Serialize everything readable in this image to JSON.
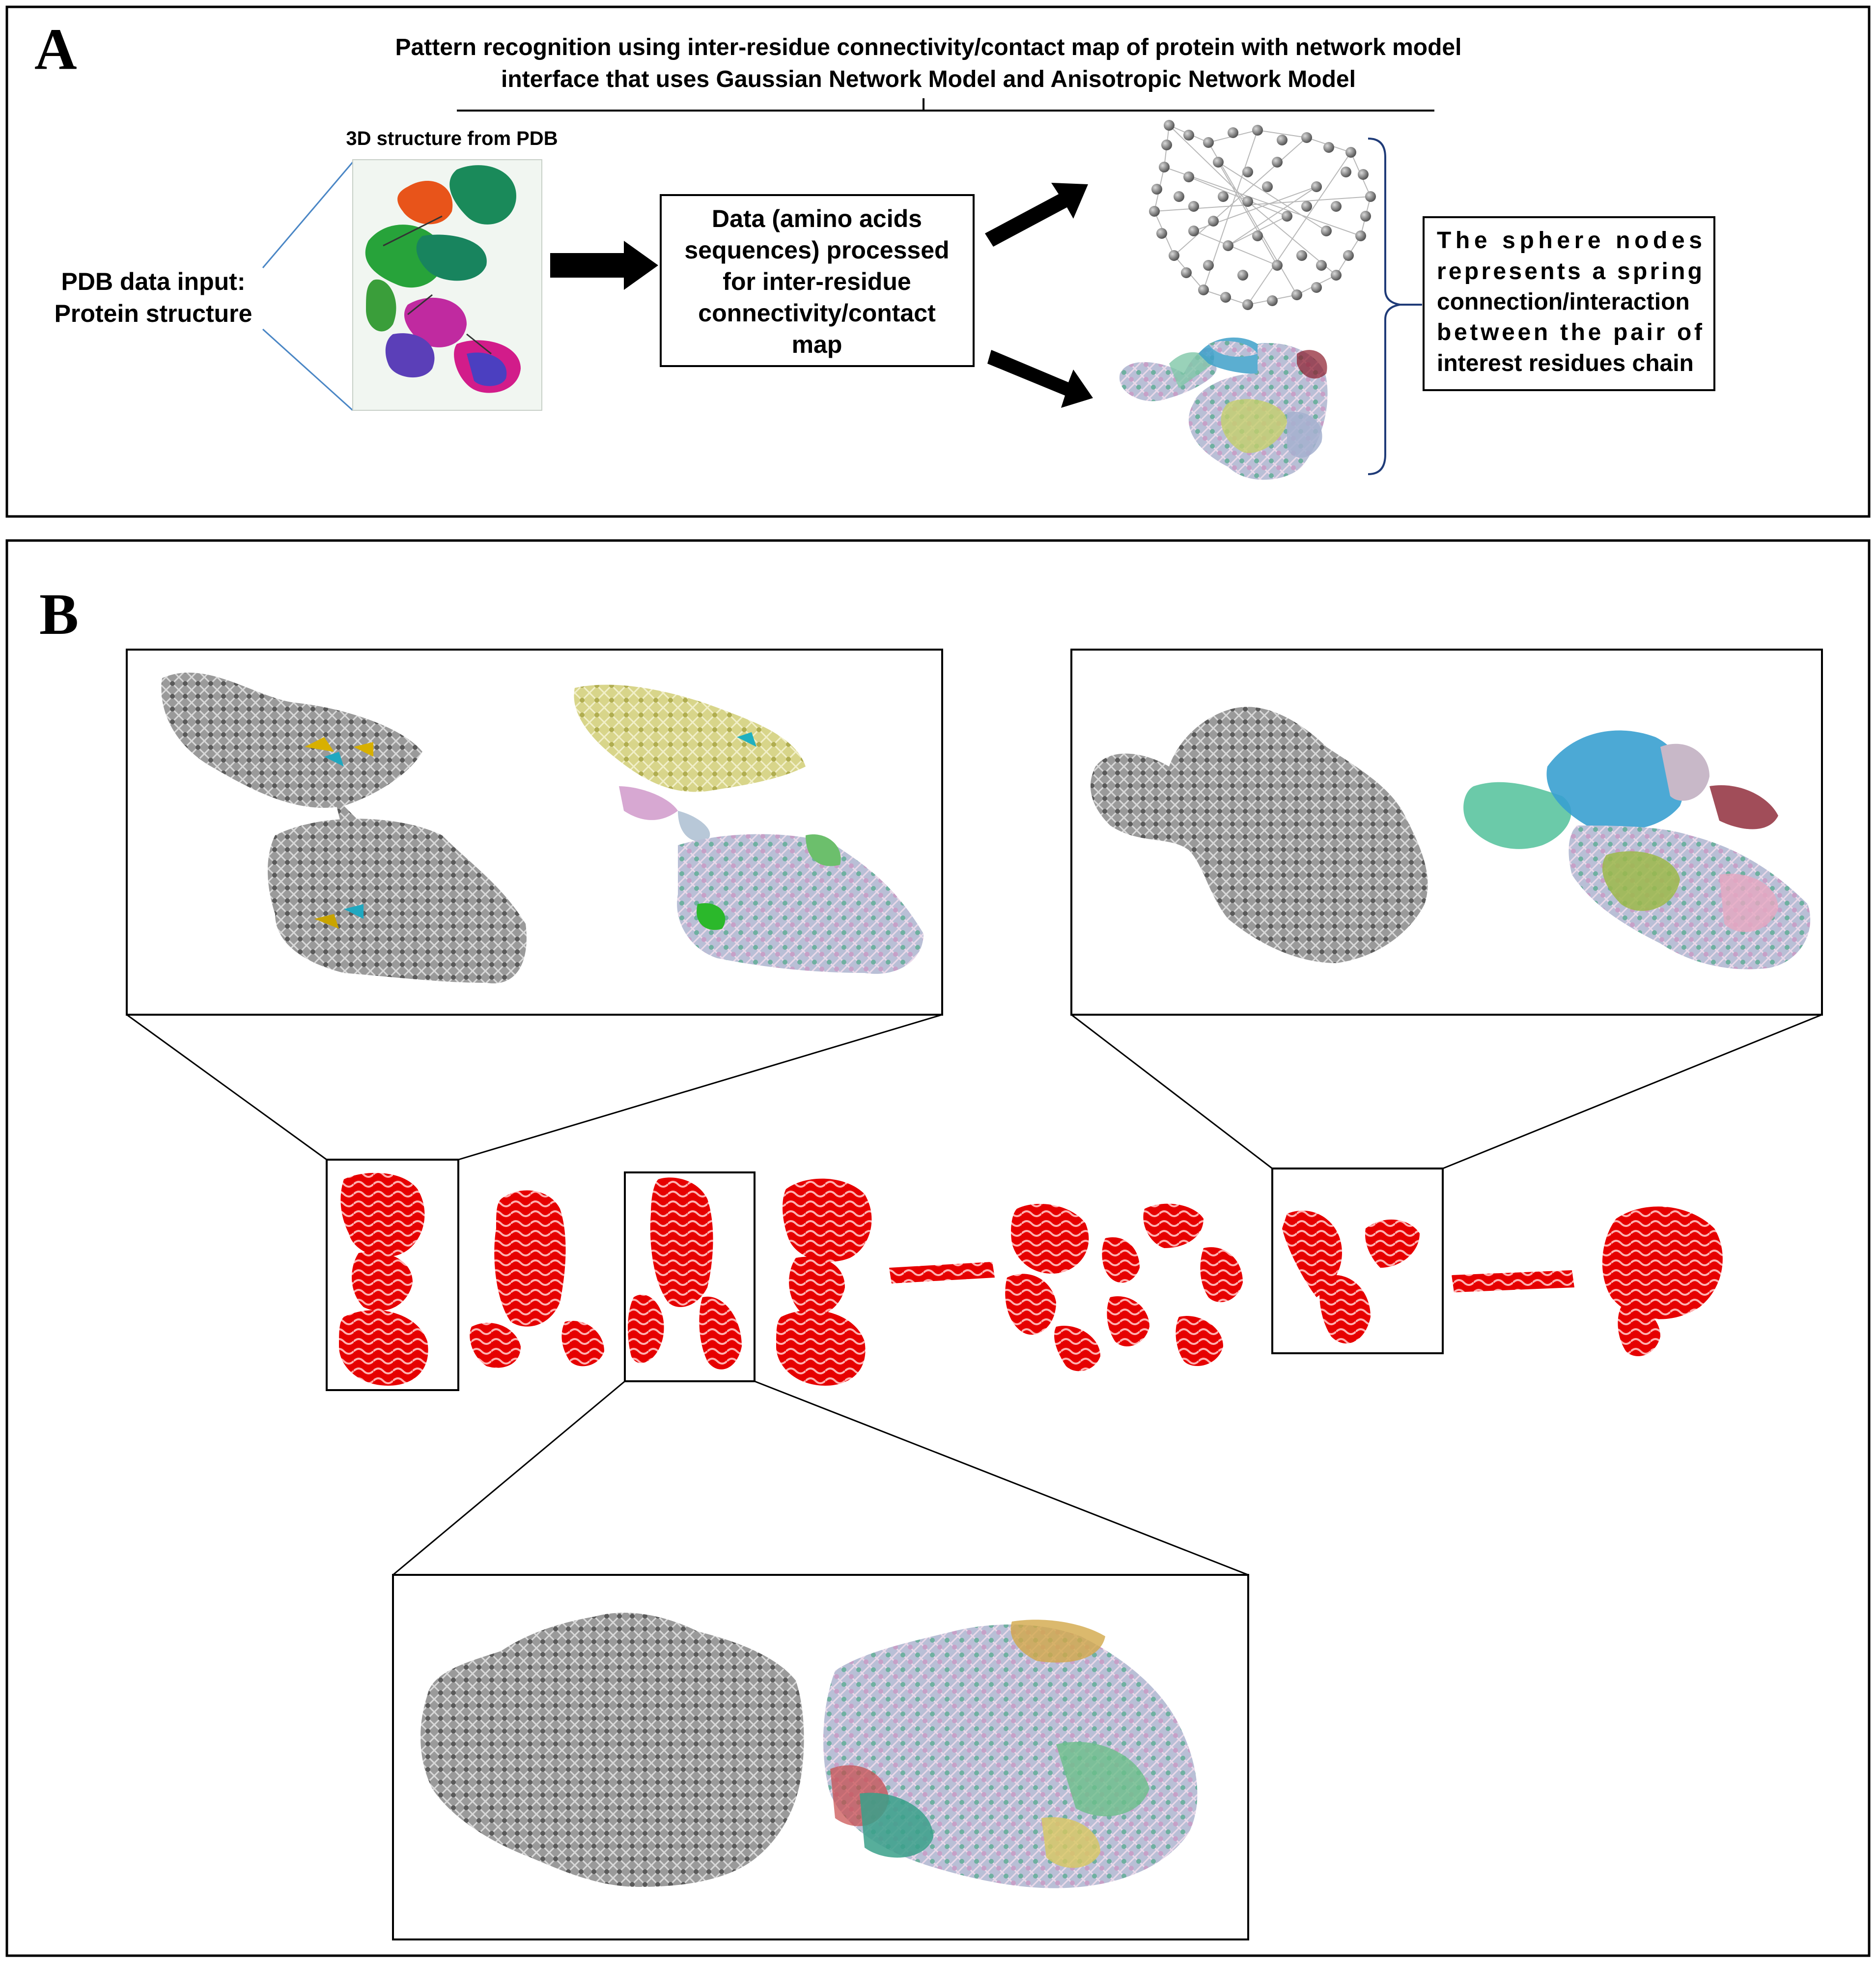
{
  "panelA": {
    "letter": "A",
    "title_line1": "Pattern recognition using inter-residue connectivity/contact map of protein with network model",
    "title_line2": "interface that uses Gaussian Network Model  and Anisotropic Network Model",
    "pdb_caption": "3D structure from PDB",
    "input_line1": "PDB data input:",
    "input_line2": "Protein structure",
    "process_lines": [
      "Data (amino acids",
      "sequences) processed",
      "for inter-residue",
      "connectivity/contact",
      "map"
    ],
    "result_lines": [
      "The sphere nodes",
      "represents a spring",
      "connection/interaction",
      "between the pair of",
      "interest residues chain"
    ]
  },
  "panelB": {
    "letter": "B"
  },
  "colors": {
    "protein_red": "#e00000",
    "network_gray": "#8c8c8c",
    "arrow": "#000000"
  }
}
